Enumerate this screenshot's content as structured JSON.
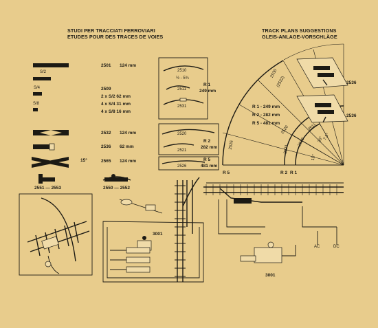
{
  "header": {
    "left_line1": "STUDI PER TRACCIATI FERROVIARI",
    "left_line2": "ETUDES POUR DES TRACES DE VOIES",
    "right_line1": "TRACK PLANS SUGGESTIONS",
    "right_line2": "GLEIS-ANLAGE-VORSCHLÄGE"
  },
  "straight_track": {
    "s2_label": "S/2",
    "s4_label": "S/4",
    "s8_label": "S/8",
    "code_2501": "2501",
    "len_2501": "124 mm",
    "code_2509": "2509",
    "row1": "2 x S/2   62 mm",
    "row2": "4 x S/4   31 mm",
    "row3": "4 x S/8   16 mm"
  },
  "special_track": {
    "code_2532": "2532",
    "len_2532": "124 mm",
    "code_2536": "2536",
    "len_2536": "62 mm",
    "angle": "15°",
    "code_2565": "2565",
    "len_2565": "124 mm",
    "label_2551": "2551 — 2553",
    "label_2550": "2550 — 2552"
  },
  "curve_boxes": {
    "c2510": "2510",
    "frac": "½ - 5¾",
    "c2511": "2511",
    "r1_label": "R 1",
    "r1_len": "249 mm",
    "c2531": "2531",
    "c2520": "2520",
    "r2_label": "R 2",
    "r2_len": "282 mm",
    "c2521": "2521",
    "c2526": "2526",
    "r5_label": "R 5",
    "r5_len": "481 mm"
  },
  "radius_diagram": {
    "r1": "R 1 - 249 mm",
    "r2": "R 2 - 282 mm",
    "r5": "R 5 - 481 mm",
    "arc_2530": "2530",
    "arc_2532": "(2532)",
    "arc_2520": "2520",
    "arc_2510": "2510",
    "arc_2511": "2511",
    "arc_2521": "2521",
    "arc_2526": "2526",
    "angle_30": "30°",
    "angle_15": "15°",
    "angle_75": "7,5°",
    "axis_r5": "R 5",
    "axis_r2": "R 2",
    "axis_r1": "R 1",
    "code_2536a": "2536",
    "code_2536b": "2536"
  },
  "wiring": {
    "controller_left": "3001",
    "controller_right": "3001",
    "ac_label": "AC",
    "dc_label": "DC"
  }
}
